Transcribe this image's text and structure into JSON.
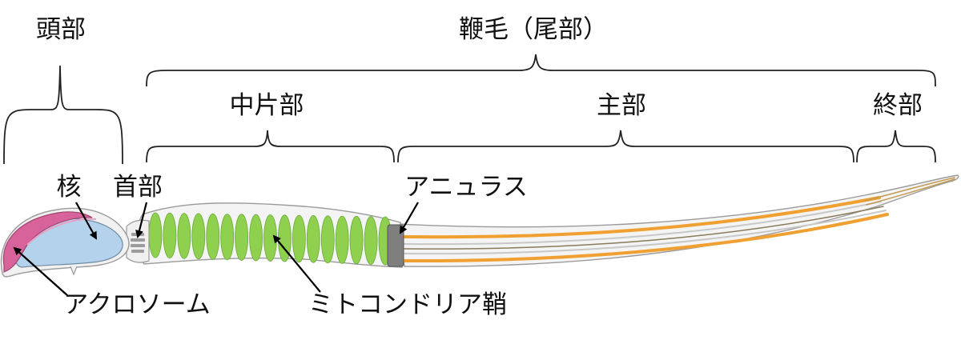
{
  "labels": {
    "head": "頭部",
    "flagellum": "鞭毛（尾部）",
    "midpiece": "中片部",
    "principal_piece": "主部",
    "end_piece": "終部",
    "nucleus": "核",
    "neck": "首部",
    "annulus": "アニュラス",
    "acrosome": "アクロソーム",
    "mitochondrial_sheath": "ミトコンドリア鞘"
  },
  "colors": {
    "acrosome": "#d8629a",
    "nucleus": "#b4d2ec",
    "mitochondria": "#8fd14f",
    "annulus": "#7f7f7f",
    "fibers": "#f0a030",
    "outline": "#8a8a8a",
    "text": "#111111"
  },
  "icons": [
    "arrow-icon"
  ]
}
